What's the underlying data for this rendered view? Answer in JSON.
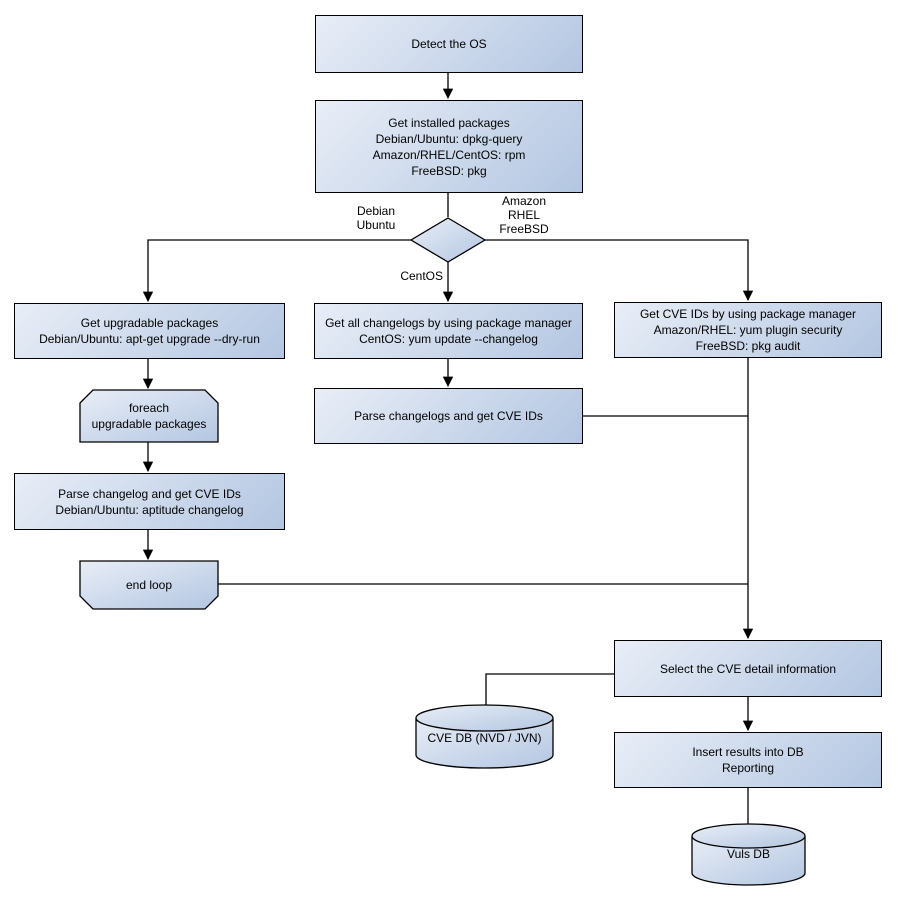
{
  "colors": {
    "node_fill_light": "#e9eef7",
    "node_fill_dark": "#b3c6e1",
    "border": "#000000",
    "background": "#ffffff"
  },
  "nodes": {
    "detect_os": "Detect the OS",
    "get_installed_packages": "Get installed packages\nDebian/Ubuntu: dpkg-query\nAmazon/RHEL/CentOS: rpm\nFreeBSD: pkg",
    "get_upgradable_packages": "Get upgradable packages\nDebian/Ubuntu: apt-get upgrade --dry-run",
    "foreach_loop": "foreach\nupgradable  packages",
    "parse_changelog_left": "Parse changelog and get  CVE IDs\nDebian/Ubuntu: aptitude changelog",
    "end_loop": "end loop",
    "get_all_changelogs": "Get all changelogs by using package manager\nCentOS: yum update --changelog",
    "parse_changelogs_mid": "Parse changelogs and get CVE IDs",
    "get_cve_ids_right": "Get CVE IDs by using package manager\nAmazon/RHEL: yum plugin security\nFreeBSD: pkg audit",
    "select_cve_detail": "Select the CVE detail information",
    "cve_db": "CVE DB (NVD / JVN)",
    "insert_results": "Insert results into DB\nReporting",
    "vuls_db": "Vuls DB"
  },
  "edge_labels": {
    "debian_ubuntu": "Debian\nUbuntu",
    "amazon_rhel_freebsd": "Amazon\nRHEL\nFreeBSD",
    "centos": "CentOS"
  }
}
